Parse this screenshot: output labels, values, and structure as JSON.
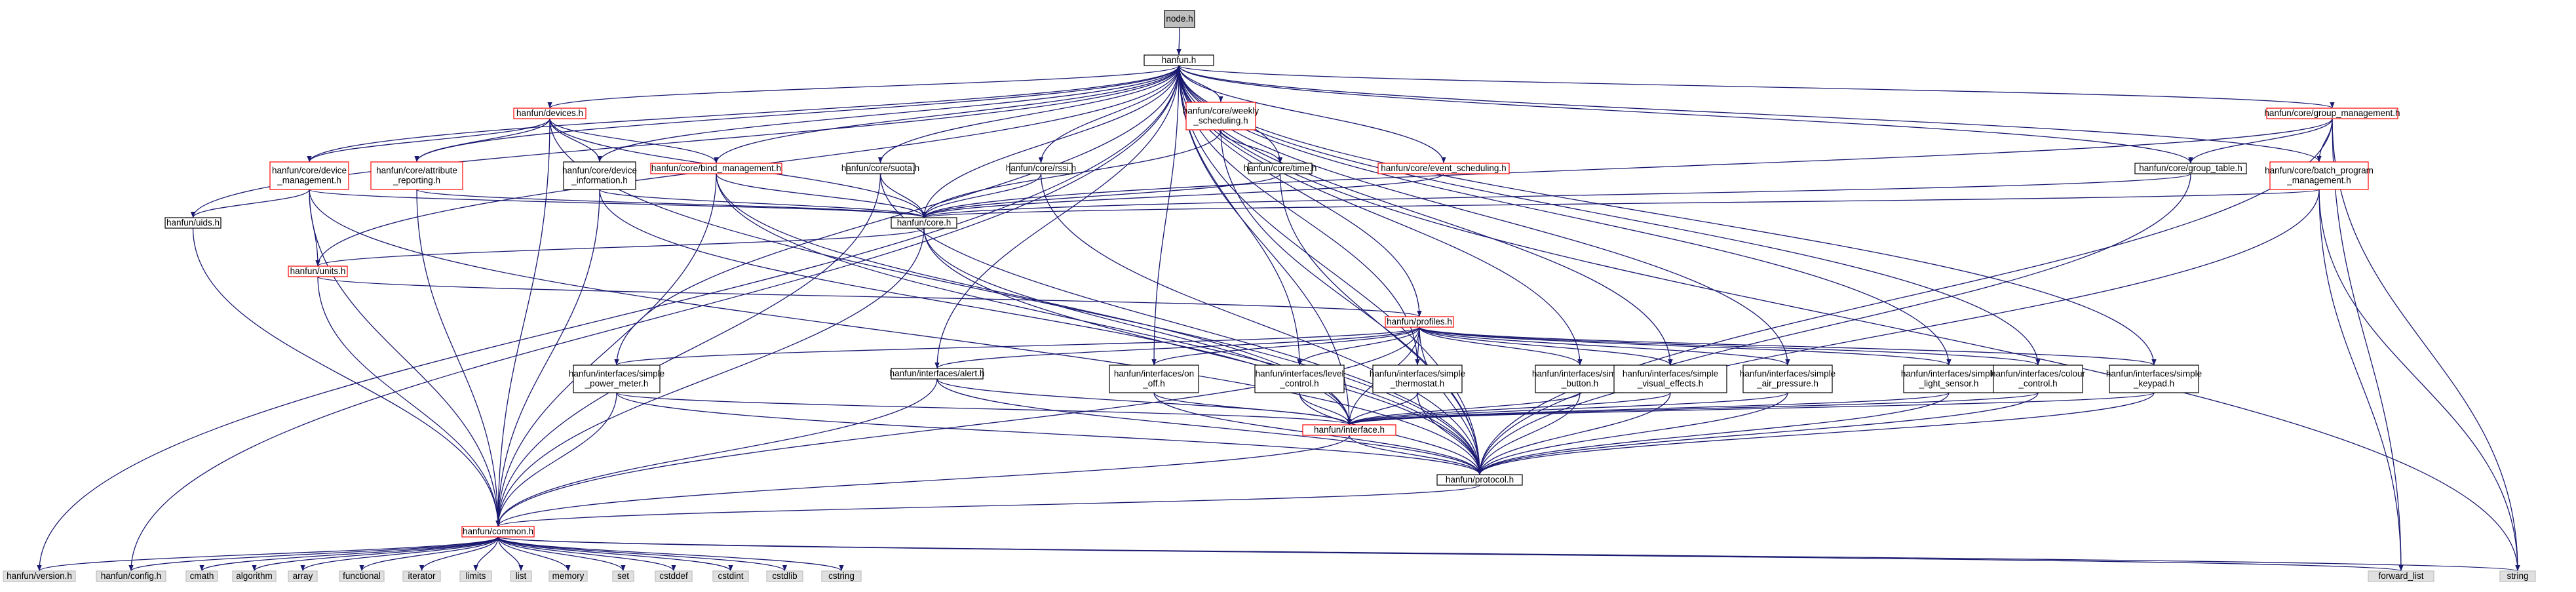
{
  "colors": {
    "edge": "#191970",
    "box_border_default": "#000000",
    "box_border_truncated": "#ff0000",
    "root_fill": "#bfbfbf",
    "node_fill": "#ffffff",
    "system_fill": "#e0e0e0",
    "system_border": "#bfbfbf"
  },
  "nodes": [
    {
      "id": "node",
      "lines": [
        "node.h"
      ],
      "style": "root"
    },
    {
      "id": "hanfun",
      "lines": [
        "hanfun.h"
      ],
      "style": "normal"
    },
    {
      "id": "devices",
      "lines": [
        "hanfun/devices.h"
      ],
      "style": "truncated"
    },
    {
      "id": "weekly",
      "lines": [
        "hanfun/core/weekly",
        "_scheduling.h"
      ],
      "style": "truncated"
    },
    {
      "id": "groupmgmt",
      "lines": [
        "hanfun/core/group_management.h"
      ],
      "style": "truncated"
    },
    {
      "id": "devmgmt",
      "lines": [
        "hanfun/core/device",
        "_management.h"
      ],
      "style": "truncated"
    },
    {
      "id": "attrrep",
      "lines": [
        "hanfun/core/attribute",
        "_reporting.h"
      ],
      "style": "truncated"
    },
    {
      "id": "devinfo",
      "lines": [
        "hanfun/core/device",
        "_information.h"
      ],
      "style": "normal"
    },
    {
      "id": "bindmgmt",
      "lines": [
        "hanfun/core/bind_management.h"
      ],
      "style": "truncated"
    },
    {
      "id": "suota",
      "lines": [
        "hanfun/core/suota.h"
      ],
      "style": "normal"
    },
    {
      "id": "rssi",
      "lines": [
        "hanfun/core/rssi.h"
      ],
      "style": "normal"
    },
    {
      "id": "time",
      "lines": [
        "hanfun/core/time.h"
      ],
      "style": "normal"
    },
    {
      "id": "eventsched",
      "lines": [
        "hanfun/core/event_scheduling.h"
      ],
      "style": "truncated"
    },
    {
      "id": "grouptable",
      "lines": [
        "hanfun/core/group_table.h"
      ],
      "style": "normal"
    },
    {
      "id": "batch",
      "lines": [
        "hanfun/core/batch_program",
        "_management.h"
      ],
      "style": "truncated"
    },
    {
      "id": "uids",
      "lines": [
        "hanfun/uids.h"
      ],
      "style": "normal"
    },
    {
      "id": "core",
      "lines": [
        "hanfun/core.h"
      ],
      "style": "normal"
    },
    {
      "id": "units",
      "lines": [
        "hanfun/units.h"
      ],
      "style": "truncated"
    },
    {
      "id": "profiles",
      "lines": [
        "hanfun/profiles.h"
      ],
      "style": "truncated"
    },
    {
      "id": "power",
      "lines": [
        "hanfun/interfaces/simple",
        "_power_meter.h"
      ],
      "style": "normal"
    },
    {
      "id": "alert",
      "lines": [
        "hanfun/interfaces/alert.h"
      ],
      "style": "normal"
    },
    {
      "id": "onoff",
      "lines": [
        "hanfun/interfaces/on",
        "_off.h"
      ],
      "style": "normal"
    },
    {
      "id": "level",
      "lines": [
        "hanfun/interfaces/level",
        "_control.h"
      ],
      "style": "normal"
    },
    {
      "id": "thermo",
      "lines": [
        "hanfun/interfaces/simple",
        "_thermostat.h"
      ],
      "style": "normal"
    },
    {
      "id": "button",
      "lines": [
        "hanfun/interfaces/simple",
        "_button.h"
      ],
      "style": "normal"
    },
    {
      "id": "visual",
      "lines": [
        "hanfun/interfaces/simple",
        "_visual_effects.h"
      ],
      "style": "normal"
    },
    {
      "id": "air",
      "lines": [
        "hanfun/interfaces/simple",
        "_air_pressure.h"
      ],
      "style": "normal"
    },
    {
      "id": "light",
      "lines": [
        "hanfun/interfaces/simple",
        "_light_sensor.h"
      ],
      "style": "normal"
    },
    {
      "id": "colour",
      "lines": [
        "hanfun/interfaces/colour",
        "_control.h"
      ],
      "style": "normal"
    },
    {
      "id": "keypad",
      "lines": [
        "hanfun/interfaces/simple",
        "_keypad.h"
      ],
      "style": "normal"
    },
    {
      "id": "interface",
      "lines": [
        "hanfun/interface.h"
      ],
      "style": "truncated"
    },
    {
      "id": "protocol",
      "lines": [
        "hanfun/protocol.h"
      ],
      "style": "normal"
    },
    {
      "id": "common",
      "lines": [
        "hanfun/common.h"
      ],
      "style": "truncated"
    },
    {
      "id": "version",
      "lines": [
        "hanfun/version.h"
      ],
      "style": "system"
    },
    {
      "id": "config",
      "lines": [
        "hanfun/config.h"
      ],
      "style": "system"
    },
    {
      "id": "cmath",
      "lines": [
        "cmath"
      ],
      "style": "system"
    },
    {
      "id": "algorithm",
      "lines": [
        "algorithm"
      ],
      "style": "system"
    },
    {
      "id": "array",
      "lines": [
        "array"
      ],
      "style": "system"
    },
    {
      "id": "functional",
      "lines": [
        "functional"
      ],
      "style": "system"
    },
    {
      "id": "iterator",
      "lines": [
        "iterator"
      ],
      "style": "system"
    },
    {
      "id": "limits",
      "lines": [
        "limits"
      ],
      "style": "system"
    },
    {
      "id": "list",
      "lines": [
        "list"
      ],
      "style": "system"
    },
    {
      "id": "memory",
      "lines": [
        "memory"
      ],
      "style": "system"
    },
    {
      "id": "set",
      "lines": [
        "set"
      ],
      "style": "system"
    },
    {
      "id": "cstddef",
      "lines": [
        "cstddef"
      ],
      "style": "system"
    },
    {
      "id": "cstdint",
      "lines": [
        "cstdint"
      ],
      "style": "system"
    },
    {
      "id": "cstdlib",
      "lines": [
        "cstdlib"
      ],
      "style": "system"
    },
    {
      "id": "cstring",
      "lines": [
        "cstring"
      ],
      "style": "system"
    },
    {
      "id": "fwdlist",
      "lines": [
        "forward_list"
      ],
      "style": "system"
    },
    {
      "id": "string",
      "lines": [
        "string"
      ],
      "style": "system"
    }
  ],
  "edges": [
    [
      "node",
      "hanfun"
    ],
    [
      "hanfun",
      "devices"
    ],
    [
      "hanfun",
      "weekly"
    ],
    [
      "hanfun",
      "groupmgmt"
    ],
    [
      "hanfun",
      "devmgmt"
    ],
    [
      "hanfun",
      "attrrep"
    ],
    [
      "hanfun",
      "devinfo"
    ],
    [
      "hanfun",
      "bindmgmt"
    ],
    [
      "hanfun",
      "suota"
    ],
    [
      "hanfun",
      "rssi"
    ],
    [
      "hanfun",
      "time"
    ],
    [
      "hanfun",
      "eventsched"
    ],
    [
      "hanfun",
      "grouptable"
    ],
    [
      "hanfun",
      "batch"
    ],
    [
      "hanfun",
      "uids"
    ],
    [
      "hanfun",
      "core"
    ],
    [
      "hanfun",
      "units"
    ],
    [
      "hanfun",
      "profiles"
    ],
    [
      "hanfun",
      "power"
    ],
    [
      "hanfun",
      "alert"
    ],
    [
      "hanfun",
      "onoff"
    ],
    [
      "hanfun",
      "level"
    ],
    [
      "hanfun",
      "thermo"
    ],
    [
      "hanfun",
      "button"
    ],
    [
      "hanfun",
      "visual"
    ],
    [
      "hanfun",
      "air"
    ],
    [
      "hanfun",
      "light"
    ],
    [
      "hanfun",
      "colour"
    ],
    [
      "hanfun",
      "keypad"
    ],
    [
      "hanfun",
      "interface"
    ],
    [
      "hanfun",
      "protocol"
    ],
    [
      "hanfun",
      "version"
    ],
    [
      "hanfun",
      "config"
    ],
    [
      "hanfun",
      "string"
    ],
    [
      "devices",
      "devmgmt"
    ],
    [
      "devices",
      "attrrep"
    ],
    [
      "devices",
      "devinfo"
    ],
    [
      "devices",
      "bindmgmt"
    ],
    [
      "devices",
      "core"
    ],
    [
      "devices",
      "protocol"
    ],
    [
      "devices",
      "common"
    ],
    [
      "weekly",
      "time"
    ],
    [
      "weekly",
      "core"
    ],
    [
      "weekly",
      "protocol"
    ],
    [
      "groupmgmt",
      "grouptable"
    ],
    [
      "groupmgmt",
      "batch"
    ],
    [
      "groupmgmt",
      "core"
    ],
    [
      "groupmgmt",
      "protocol"
    ],
    [
      "groupmgmt",
      "fwdlist"
    ],
    [
      "groupmgmt",
      "string"
    ],
    [
      "devmgmt",
      "uids"
    ],
    [
      "devmgmt",
      "units"
    ],
    [
      "devmgmt",
      "core"
    ],
    [
      "devmgmt",
      "protocol"
    ],
    [
      "devmgmt",
      "common"
    ],
    [
      "attrrep",
      "core"
    ],
    [
      "attrrep",
      "common"
    ],
    [
      "devinfo",
      "core"
    ],
    [
      "devinfo",
      "interface"
    ],
    [
      "devinfo",
      "common"
    ],
    [
      "bindmgmt",
      "core"
    ],
    [
      "bindmgmt",
      "interface"
    ],
    [
      "bindmgmt",
      "protocol"
    ],
    [
      "bindmgmt",
      "common"
    ],
    [
      "suota",
      "core"
    ],
    [
      "suota",
      "protocol"
    ],
    [
      "suota",
      "common"
    ],
    [
      "rssi",
      "core"
    ],
    [
      "rssi",
      "protocol"
    ],
    [
      "time",
      "core"
    ],
    [
      "time",
      "protocol"
    ],
    [
      "eventsched",
      "core"
    ],
    [
      "grouptable",
      "core"
    ],
    [
      "grouptable",
      "protocol"
    ],
    [
      "batch",
      "core"
    ],
    [
      "batch",
      "protocol"
    ],
    [
      "batch",
      "fwdlist"
    ],
    [
      "batch",
      "string"
    ],
    [
      "uids",
      "common"
    ],
    [
      "core",
      "units"
    ],
    [
      "core",
      "interface"
    ],
    [
      "core",
      "protocol"
    ],
    [
      "core",
      "common"
    ],
    [
      "units",
      "profiles"
    ],
    [
      "units",
      "common"
    ],
    [
      "profiles",
      "power"
    ],
    [
      "profiles",
      "alert"
    ],
    [
      "profiles",
      "onoff"
    ],
    [
      "profiles",
      "level"
    ],
    [
      "profiles",
      "thermo"
    ],
    [
      "profiles",
      "button"
    ],
    [
      "profiles",
      "visual"
    ],
    [
      "profiles",
      "air"
    ],
    [
      "profiles",
      "light"
    ],
    [
      "profiles",
      "colour"
    ],
    [
      "profiles",
      "keypad"
    ],
    [
      "profiles",
      "interface"
    ],
    [
      "profiles",
      "protocol"
    ],
    [
      "profiles",
      "common"
    ],
    [
      "power",
      "interface"
    ],
    [
      "power",
      "protocol"
    ],
    [
      "power",
      "common"
    ],
    [
      "alert",
      "interface"
    ],
    [
      "alert",
      "protocol"
    ],
    [
      "alert",
      "common"
    ],
    [
      "onoff",
      "interface"
    ],
    [
      "onoff",
      "protocol"
    ],
    [
      "level",
      "interface"
    ],
    [
      "level",
      "protocol"
    ],
    [
      "thermo",
      "interface"
    ],
    [
      "thermo",
      "protocol"
    ],
    [
      "button",
      "interface"
    ],
    [
      "button",
      "protocol"
    ],
    [
      "visual",
      "interface"
    ],
    [
      "visual",
      "protocol"
    ],
    [
      "air",
      "interface"
    ],
    [
      "air",
      "protocol"
    ],
    [
      "light",
      "interface"
    ],
    [
      "light",
      "protocol"
    ],
    [
      "colour",
      "interface"
    ],
    [
      "colour",
      "protocol"
    ],
    [
      "keypad",
      "interface"
    ],
    [
      "keypad",
      "protocol"
    ],
    [
      "interface",
      "protocol"
    ],
    [
      "interface",
      "common"
    ],
    [
      "protocol",
      "common"
    ],
    [
      "common",
      "version"
    ],
    [
      "common",
      "config"
    ],
    [
      "common",
      "cmath"
    ],
    [
      "common",
      "algorithm"
    ],
    [
      "common",
      "array"
    ],
    [
      "common",
      "functional"
    ],
    [
      "common",
      "iterator"
    ],
    [
      "common",
      "limits"
    ],
    [
      "common",
      "list"
    ],
    [
      "common",
      "memory"
    ],
    [
      "common",
      "set"
    ],
    [
      "common",
      "cstddef"
    ],
    [
      "common",
      "cstdint"
    ],
    [
      "common",
      "cstdlib"
    ],
    [
      "common",
      "cstring"
    ],
    [
      "common",
      "fwdlist"
    ],
    [
      "common",
      "string"
    ]
  ]
}
